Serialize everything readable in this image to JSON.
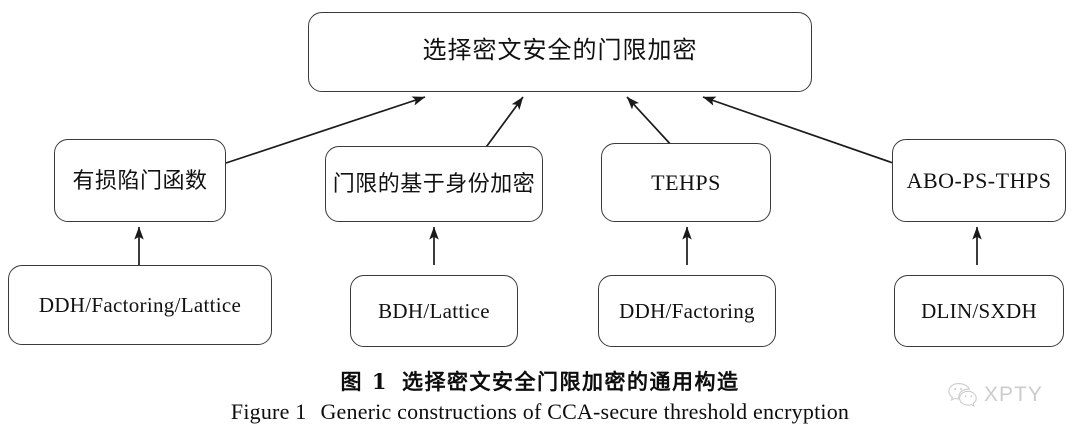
{
  "figure": {
    "type": "flowchart",
    "orientation": "bottom-up",
    "levels": 3,
    "root": {
      "id": "cca-threshold-encryption",
      "label": "选择密文安全的门限加密"
    },
    "primitives": [
      {
        "id": "lossy-trapdoor-function",
        "label": "有损陷门函数"
      },
      {
        "id": "threshold-ibe",
        "label": "门限的基于身份加密"
      },
      {
        "id": "tehps",
        "label": "TEHPS"
      },
      {
        "id": "abo-ps-thps",
        "label": "ABO-PS-THPS"
      }
    ],
    "assumptions": [
      {
        "id": "ddh-factoring-lattice",
        "label": "DDH/Factoring/Lattice"
      },
      {
        "id": "bdh-lattice",
        "label": "BDH/Lattice"
      },
      {
        "id": "ddh-factoring",
        "label": "DDH/Factoring"
      },
      {
        "id": "dlin-sxdh",
        "label": "DLIN/SXDH"
      }
    ],
    "edges": [
      {
        "from": "lossy-trapdoor-function",
        "to": "cca-threshold-encryption"
      },
      {
        "from": "threshold-ibe",
        "to": "cca-threshold-encryption"
      },
      {
        "from": "tehps",
        "to": "cca-threshold-encryption"
      },
      {
        "from": "abo-ps-thps",
        "to": "cca-threshold-encryption"
      },
      {
        "from": "ddh-factoring-lattice",
        "to": "lossy-trapdoor-function"
      },
      {
        "from": "bdh-lattice",
        "to": "threshold-ibe"
      },
      {
        "from": "ddh-factoring",
        "to": "tehps"
      },
      {
        "from": "dlin-sxdh",
        "to": "abo-ps-thps"
      }
    ],
    "colors": {
      "box_border": "#3a3a3a",
      "box_fill": "#ffffff",
      "edge": "#1a1a1a",
      "text": "#111111",
      "watermark": "#9a9a9a"
    }
  },
  "caption": {
    "zh_number": "图 1",
    "zh_title": "选择密文安全门限加密的通用构造",
    "en_number": "Figure 1",
    "en_title": "Generic constructions of CCA-secure threshold encryption"
  },
  "watermark": {
    "text": "XPTY",
    "icon": "wechat-icon"
  }
}
